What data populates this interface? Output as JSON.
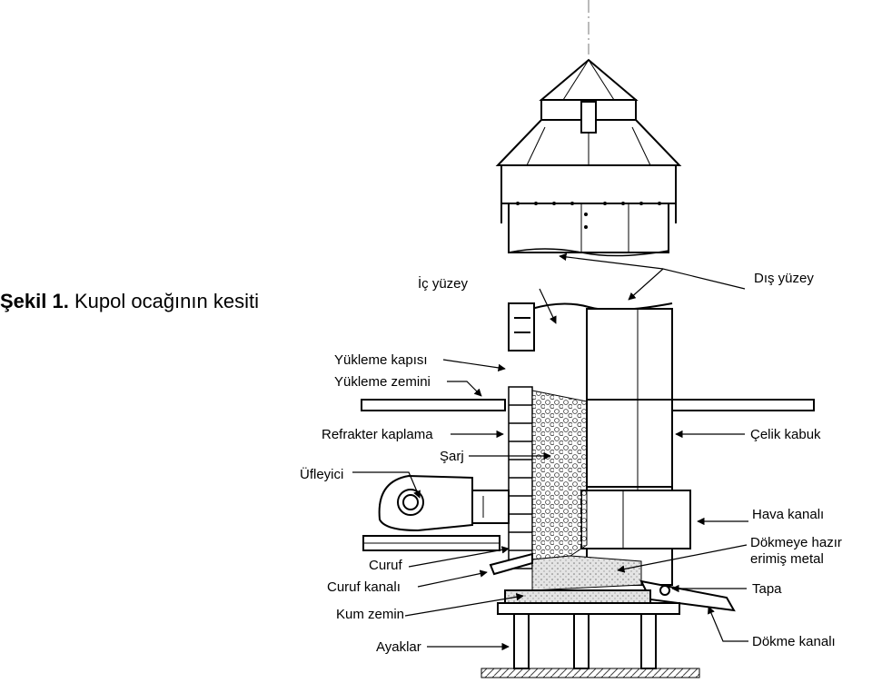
{
  "title": {
    "number": "Şekil 1.",
    "text": "Kupol ocağının kesiti"
  },
  "labels": {
    "inner_surface": "İç yüzey",
    "outer_surface": "Dış yüzey",
    "charging_door": "Yükleme kapısı",
    "charging_floor": "Yükleme zemini",
    "refractory_lining": "Refrakter kaplama",
    "charge": "Şarj",
    "steel_shell": "Çelik kabuk",
    "blower": "Üfleyici",
    "wind_box": "Hava kanalı",
    "molten_metal": "Dökmeye hazır erimiş metal",
    "slag": "Curuf",
    "slag_spout": "Curuf kanalı",
    "tap": "Tapa",
    "sand_bed": "Kum zemin",
    "legs": "Ayaklar",
    "pouring_spout": "Dökme kanalı"
  }
}
